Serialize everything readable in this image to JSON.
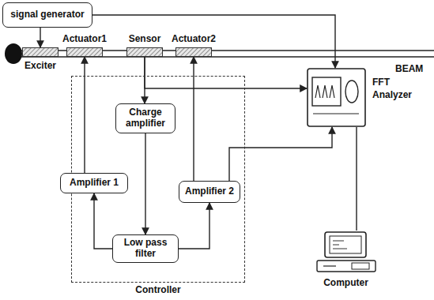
{
  "diagram": {
    "nodes": [
      {
        "text": [
          "signal generator"
        ]
      },
      {
        "text": [
          "Exciter"
        ]
      },
      {
        "text": [
          "Actuator1"
        ]
      },
      {
        "text": [
          "Sensor"
        ]
      },
      {
        "text": [
          "Actuator2"
        ]
      },
      {
        "text": [
          "Controller"
        ]
      },
      {
        "text": [
          "Charge amplifier"
        ],
        "in": 5
      },
      {
        "text": [
          "Amplifier 1"
        ],
        "in": 5
      },
      {
        "text": [
          "Amplifier 2"
        ],
        "in": 5
      },
      {
        "text": [
          "Low pass filter"
        ],
        "in": 5
      },
      {
        "text": [
          "FFT Analyzer"
        ]
      },
      {
        "text": [
          "Computer"
        ]
      }
    ],
    "edges": [
      {
        "from": 0,
        "to": 1,
        "arrow": "to"
      },
      {
        "from": 0,
        "to": 10,
        "arrow": "to"
      },
      {
        "from": 3,
        "to": 6,
        "arrow": "to"
      },
      {
        "from": 6,
        "to": 9,
        "arrow": "to"
      },
      {
        "from": 9,
        "to": 7,
        "arrow": "to"
      },
      {
        "from": 9,
        "to": 8,
        "arrow": "to"
      },
      {
        "from": 7,
        "to": 2,
        "arrow": "to"
      },
      {
        "from": 8,
        "to": 4,
        "arrow": "to"
      },
      {
        "from": 3,
        "to": 10,
        "arrow": "to"
      },
      {
        "from": 8,
        "to": 10,
        "arrow": "to"
      },
      {
        "from": 10,
        "to": 11,
        "arrow": "none"
      }
    ],
    "labels": [
      "BEAM"
    ]
  }
}
